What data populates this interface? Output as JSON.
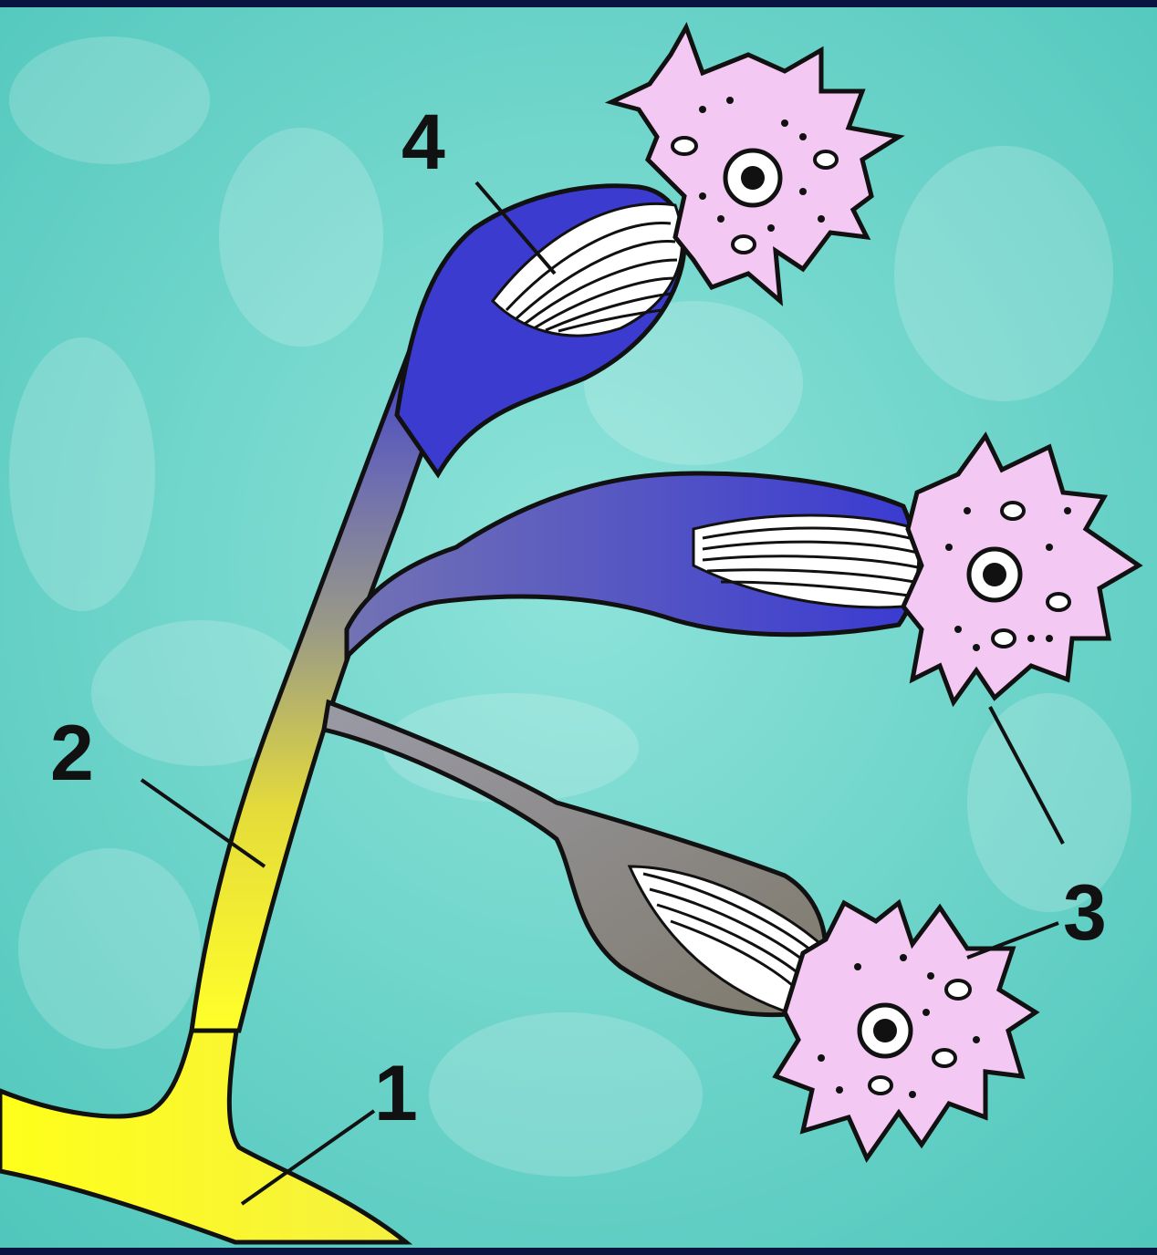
{
  "diagram": {
    "labels": [
      {
        "id": "label-1",
        "text": "1"
      },
      {
        "id": "label-2",
        "text": "2"
      },
      {
        "id": "label-3",
        "text": "3"
      },
      {
        "id": "label-4",
        "text": "4"
      }
    ]
  },
  "colors": {
    "frame": "#0a1440",
    "background_teal": "#63d2c8",
    "nerve_yellow": "#ffff2a",
    "nerve_gray": "#8a8a8a",
    "ending_blue": "#3c3ccc",
    "cell_pink": "#f3c8f2",
    "outline": "#111111"
  }
}
